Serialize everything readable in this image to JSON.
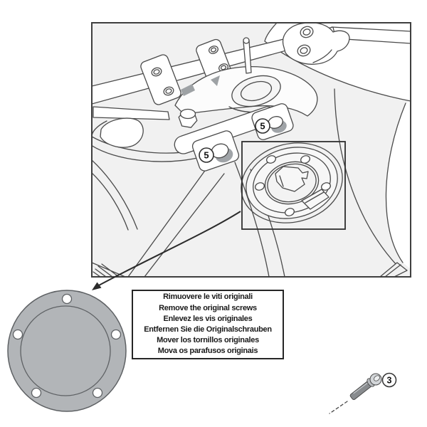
{
  "figure": {
    "description": "motorcycle-tank-flange-installation-step",
    "callouts": {
      "upper_screw_hole": "5",
      "lower_screw_hole": "5",
      "screw": "3"
    },
    "instructions": {
      "lines": [
        "Rimuovere le viti originali",
        "Remove the original screws",
        "Enlevez les vis originales",
        "Entfernen Sie die Originalschrauben",
        "Mover los tornillos originales",
        "Mova os parafusos originais"
      ]
    },
    "colors": {
      "flange_gray": "#b2b5b8",
      "line_art": "#4a4a4a",
      "panel_background": "#f1f1f1",
      "shadow_gray": "#a0a4a8",
      "text": "#1a1a1a"
    }
  }
}
